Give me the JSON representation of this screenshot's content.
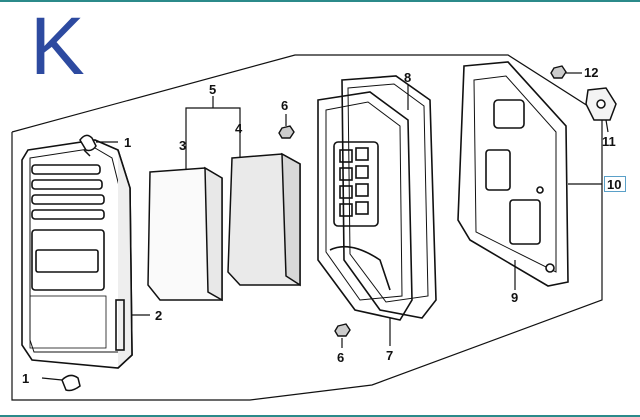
{
  "section_letter": "K",
  "callouts": {
    "c1a": "1",
    "c1b": "1",
    "c2": "2",
    "c3": "3",
    "c4": "4",
    "c5": "5",
    "c6a": "6",
    "c6b": "6",
    "c7": "7",
    "c8": "8",
    "c9": "9",
    "c10": "10",
    "c11": "11",
    "c12": "12"
  },
  "colors": {
    "letter": "#2d4aa0",
    "frame": "#2b8a8a",
    "line": "#111111",
    "highlight_box": "#5aa0c8"
  }
}
